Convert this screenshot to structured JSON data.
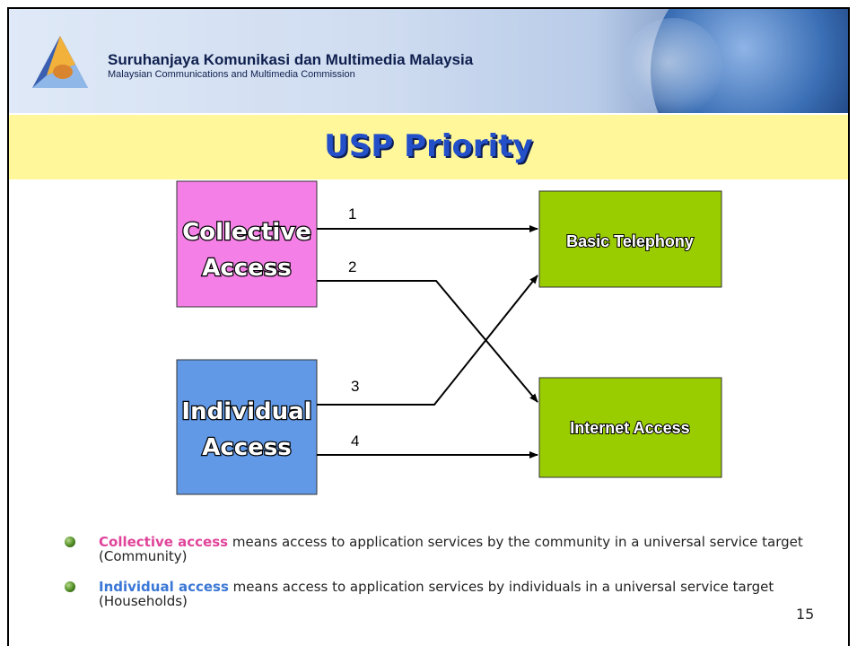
{
  "header": {
    "org_name": "Suruhanjaya Komunikasi dan Multimedia Malaysia",
    "org_subtitle": "Malaysian Communications and Multimedia Commission"
  },
  "slide": {
    "title": "USP Priority",
    "page_number": "15"
  },
  "diagram": {
    "sources": [
      {
        "line1": "Collective",
        "line2": "Access",
        "color": "#f47fe6"
      },
      {
        "line1": "Individual",
        "line2": "Access",
        "color": "#6199e6"
      }
    ],
    "targets": [
      {
        "label": "Basic Telephony",
        "color": "#9acd00"
      },
      {
        "label": "Internet Access",
        "color": "#9acd00"
      }
    ],
    "links": [
      {
        "label": "1",
        "from": "Collective Access",
        "to": "Basic Telephony"
      },
      {
        "label": "2",
        "from": "Collective Access",
        "to": "Internet Access"
      },
      {
        "label": "3",
        "from": "Individual Access",
        "to": "Basic Telephony"
      },
      {
        "label": "4",
        "from": "Individual Access",
        "to": "Internet Access"
      }
    ]
  },
  "bullets": [
    {
      "keyword": "Collective access",
      "text": " means access to application services by the community in a universal service target (Community)"
    },
    {
      "keyword": "Individual access",
      "text": " means access to application services by individuals in a universal service target (Households)"
    }
  ]
}
